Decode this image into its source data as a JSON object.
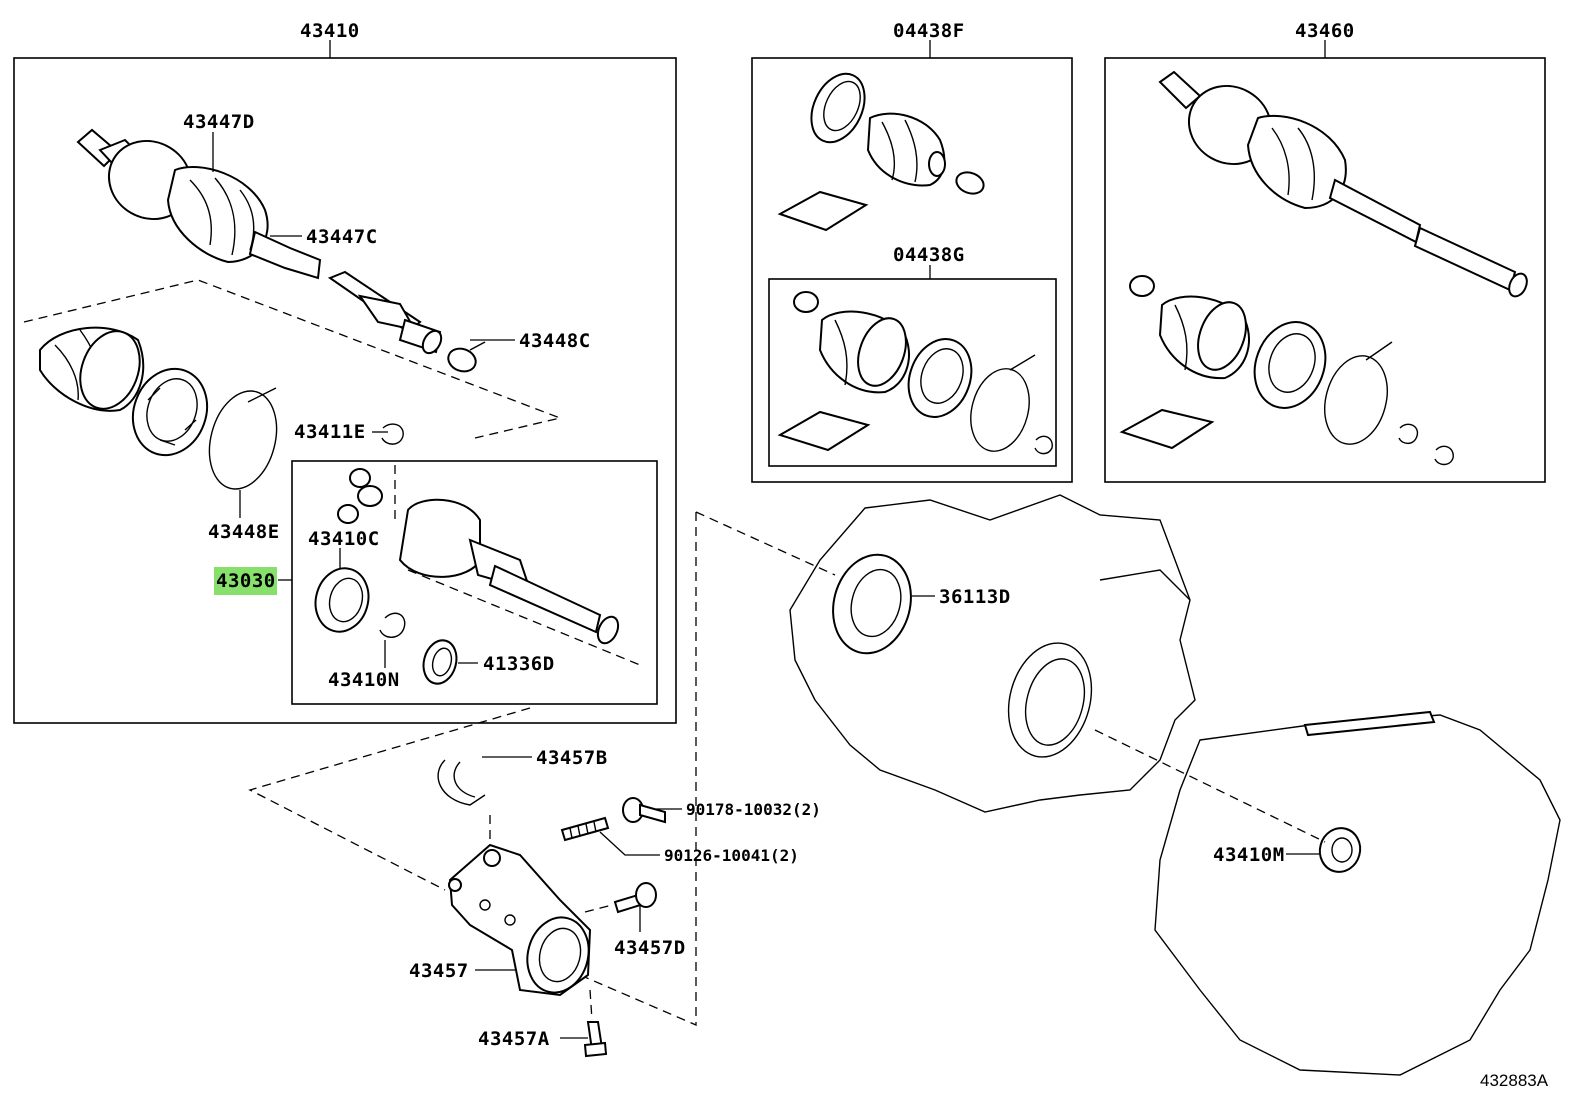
{
  "diagram": {
    "reference_code": "432883A",
    "highlight_color": "#86e06b",
    "groups": [
      {
        "id": "g1",
        "label": "43410"
      },
      {
        "id": "g2",
        "label": "04438F"
      },
      {
        "id": "g3",
        "label": "04438G"
      },
      {
        "id": "g4",
        "label": "43460"
      }
    ],
    "callouts": [
      {
        "id": "c1",
        "label": "43447D"
      },
      {
        "id": "c2",
        "label": "43447C"
      },
      {
        "id": "c3",
        "label": "43448C"
      },
      {
        "id": "c4",
        "label": "43411E"
      },
      {
        "id": "c5",
        "label": "43448E"
      },
      {
        "id": "c6",
        "label": "43410C"
      },
      {
        "id": "c7",
        "label": "43030",
        "highlighted": true
      },
      {
        "id": "c8",
        "label": "43410N"
      },
      {
        "id": "c9",
        "label": "41336D"
      },
      {
        "id": "c10",
        "label": "36113D"
      },
      {
        "id": "c11",
        "label": "43457B"
      },
      {
        "id": "c12",
        "label": "90178-10032(2)"
      },
      {
        "id": "c13",
        "label": "90126-10041(2)"
      },
      {
        "id": "c14",
        "label": "43457D"
      },
      {
        "id": "c15",
        "label": "43457"
      },
      {
        "id": "c16",
        "label": "43457A"
      },
      {
        "id": "c17",
        "label": "43410M"
      }
    ]
  }
}
